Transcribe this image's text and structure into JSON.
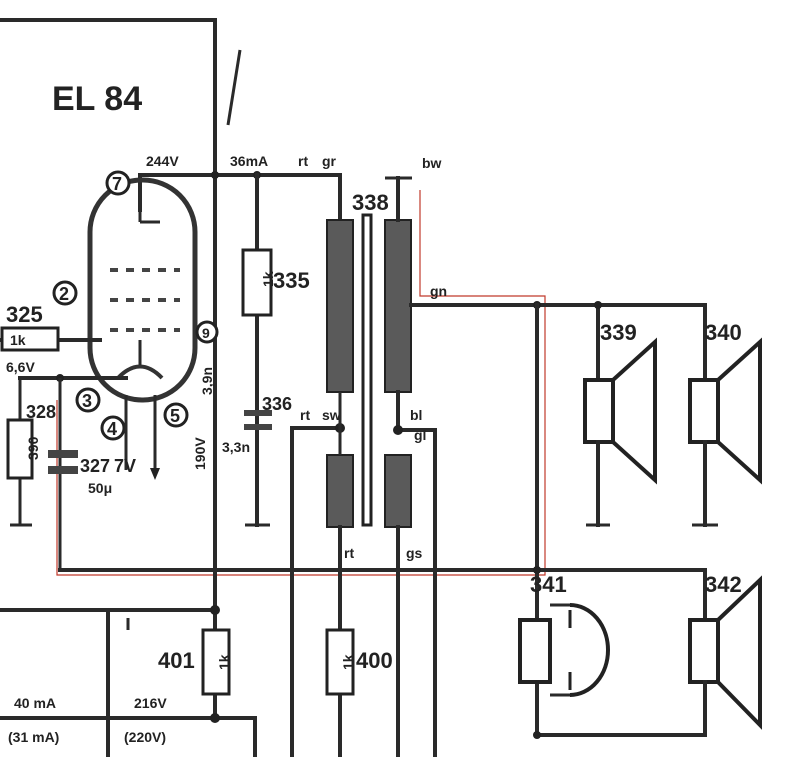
{
  "tube": {
    "name": "EL 84"
  },
  "labels": {
    "anode_voltage": "244V",
    "anode_current": "36mA",
    "primary_top_color": "rt",
    "primary_top_color2": "gr",
    "secondary_top_color": "bw",
    "transformer": "338",
    "output_tap": "gn",
    "r335": "335",
    "r325": "325",
    "r328": "328",
    "c327": "327",
    "c327_voltage": "7V",
    "c327_value": "50μ",
    "c336": "336",
    "c336_value": "3,3n",
    "c336_color": "rt",
    "c336_color2": "sw",
    "bl_tap": "bl",
    "bl_tap2": "gl",
    "screen_voltage": "190V",
    "screen_cap": "3,9n",
    "heater_voltage": "6,6V",
    "lower_color": "rt",
    "lower_color2": "gs",
    "r401": "401",
    "r400": "400",
    "current_left": "40 mA",
    "current_left_alt": "(31 mA)",
    "voltage_supply": "216V",
    "voltage_supply_alt": "(220V)",
    "spk339": "339",
    "spk340": "340",
    "spk341": "341",
    "spk342": "342"
  },
  "pins": [
    "7",
    "2",
    "3",
    "4",
    "5",
    "9"
  ],
  "resistor_values": {
    "r335": "1k",
    "r325": "1k",
    "r328": "390",
    "r401": "1k",
    "r400": "1k"
  }
}
